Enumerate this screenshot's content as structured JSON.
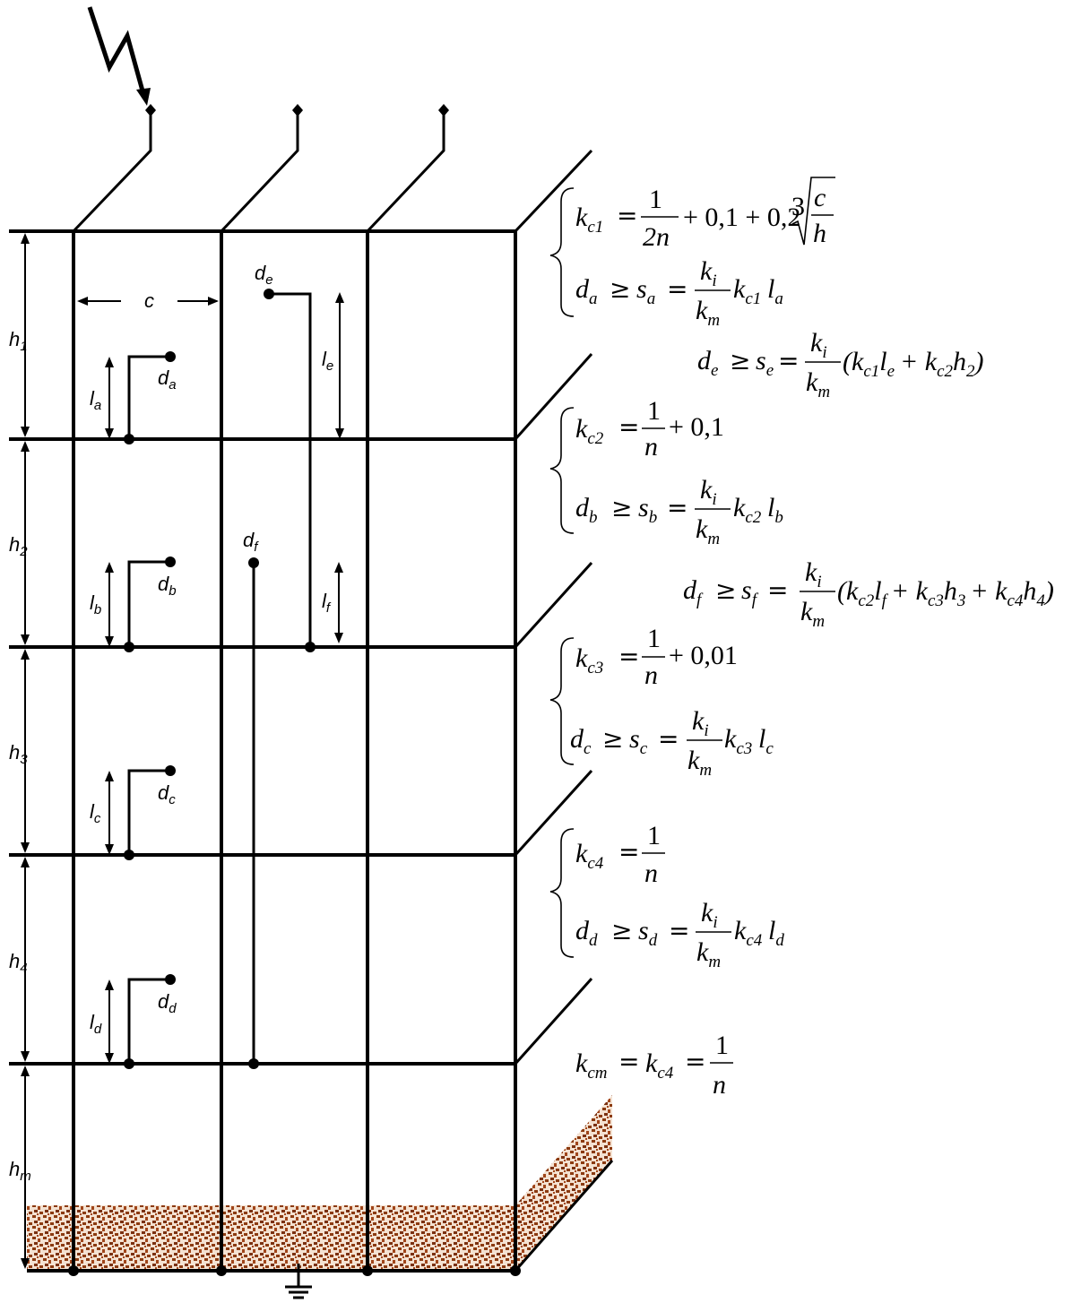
{
  "heights": [
    "h",
    "h",
    "h",
    "h",
    "h"
  ],
  "height_subs": [
    "1",
    "2",
    "3",
    "4",
    "m"
  ],
  "span_label": "c",
  "lengths": [
    {
      "main": "l",
      "sub": "a"
    },
    {
      "main": "l",
      "sub": "b"
    },
    {
      "main": "l",
      "sub": "c"
    },
    {
      "main": "l",
      "sub": "d"
    },
    {
      "main": "l",
      "sub": "e"
    },
    {
      "main": "l",
      "sub": "f"
    }
  ],
  "points": [
    {
      "main": "d",
      "sub": "a"
    },
    {
      "main": "d",
      "sub": "b"
    },
    {
      "main": "d",
      "sub": "c"
    },
    {
      "main": "d",
      "sub": "d"
    },
    {
      "main": "d",
      "sub": "e"
    },
    {
      "main": "d",
      "sub": "f"
    }
  ],
  "equations": {
    "kc1": {
      "lhs": "k",
      "lhs_sub": "c1",
      "num": "1",
      "den": "2n",
      "tail": "+ 0,1 + 0,2",
      "root_index": "3",
      "root_num": "c",
      "root_den": "h"
    },
    "da": {
      "d": "d",
      "d_sub": "a",
      "s": "s",
      "s_sub": "a",
      "num": "k",
      "num_sub": "i",
      "den": "k",
      "den_sub": "m",
      "k": "k",
      "k_sub": "c1",
      "l": "l",
      "l_sub": "a"
    },
    "de": {
      "d": "d",
      "d_sub": "e",
      "s": "s",
      "s_sub": "e",
      "num": "k",
      "num_sub": "i",
      "den": "k",
      "den_sub": "m",
      "paren": "(k",
      "t1_sub": "c1",
      "t1_l": "l",
      "t1_lsub": "e",
      "plus": "+ k",
      "t2_sub": "c2",
      "t2_h": "h",
      "t2_hsub": "2",
      "close": ")"
    },
    "kc2": {
      "lhs": "k",
      "lhs_sub": "c2",
      "num": "1",
      "den": "n",
      "tail": "+ 0,1"
    },
    "db": {
      "d": "d",
      "d_sub": "b",
      "s": "s",
      "s_sub": "b",
      "num": "k",
      "num_sub": "i",
      "den": "k",
      "den_sub": "m",
      "k": "k",
      "k_sub": "c2",
      "l": "l",
      "l_sub": "b"
    },
    "df": {
      "d": "d",
      "d_sub": "f",
      "s": "s",
      "s_sub": "f",
      "num": "k",
      "num_sub": "i",
      "den": "k",
      "den_sub": "m",
      "t1": "(k",
      "t1_sub": "c2",
      "t1_l": "l",
      "t1_lsub": "f",
      "t2": "+ k",
      "t2_sub": "c3",
      "t2_h": "h",
      "t2_hsub": "3",
      "t3": "+ k",
      "t3_sub": "c4",
      "t3_h": "h",
      "t3_hsub": "4",
      "close": ")"
    },
    "kc3": {
      "lhs": "k",
      "lhs_sub": "c3",
      "num": "1",
      "den": "n",
      "tail": "+ 0,01"
    },
    "dc": {
      "d": "d",
      "d_sub": "c",
      "s": "s",
      "s_sub": "c",
      "num": "k",
      "num_sub": "i",
      "den": "k",
      "den_sub": "m",
      "k": "k",
      "k_sub": "c3",
      "l": "l",
      "l_sub": "c"
    },
    "kc4": {
      "lhs": "k",
      "lhs_sub": "c4",
      "num": "1",
      "den": "n"
    },
    "dd": {
      "d": "d",
      "d_sub": "d",
      "s": "s",
      "s_sub": "d",
      "num": "k",
      "num_sub": "i",
      "den": "k",
      "den_sub": "m",
      "k": "k",
      "k_sub": "c4",
      "l": "l",
      "l_sub": "d"
    },
    "kcm": {
      "lhs": "k",
      "lhs_sub": "cm",
      "mid": "k",
      "mid_sub": "c4",
      "num": "1",
      "den": "n"
    }
  },
  "colors": {
    "line": "#000000",
    "soil_base": "#f4e2d2",
    "soil_dot": "#8b3a10"
  }
}
